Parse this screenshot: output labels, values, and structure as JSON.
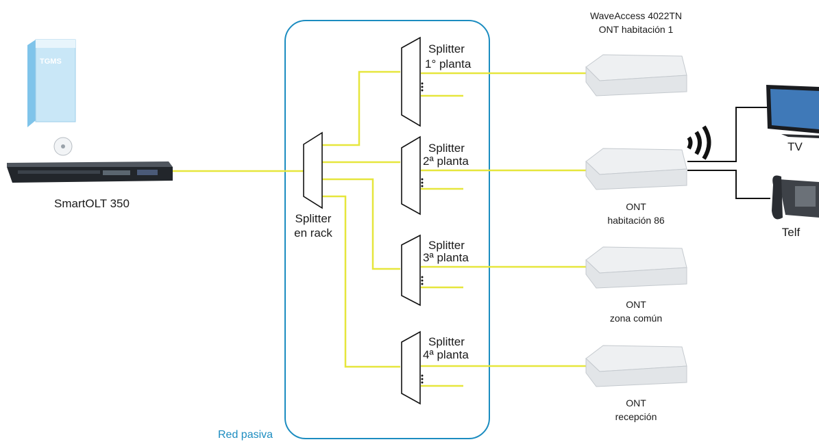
{
  "olt": {
    "software_box_label": "TGMS",
    "label": "SmartOLT 350"
  },
  "passive_network_label": "Red pasiva",
  "rack_splitter": {
    "line1": "Splitter",
    "line2": "en rack"
  },
  "floor_splitters": [
    {
      "line1": "Splitter",
      "line2": "1° planta"
    },
    {
      "line1": "Splitter",
      "line2": "2ª planta"
    },
    {
      "line1": "Splitter",
      "line2": "3ª planta"
    },
    {
      "line1": "Splitter",
      "line2": "4ª planta"
    }
  ],
  "onts": [
    {
      "line1": "WaveAccess 4022TN",
      "line2": "ONT habitación 1"
    },
    {
      "line1": "ONT",
      "line2": "habitación 86"
    },
    {
      "line1": "ONT",
      "line2": "zona común"
    },
    {
      "line1": "ONT",
      "line2": "recepción"
    }
  ],
  "devices": {
    "tv": "TV",
    "phone": "Telf"
  },
  "colors": {
    "fiber": "#e6e63c",
    "passive_border": "#1b8cc0",
    "passive_label": "#1b8cc0",
    "copper": "#111111"
  }
}
